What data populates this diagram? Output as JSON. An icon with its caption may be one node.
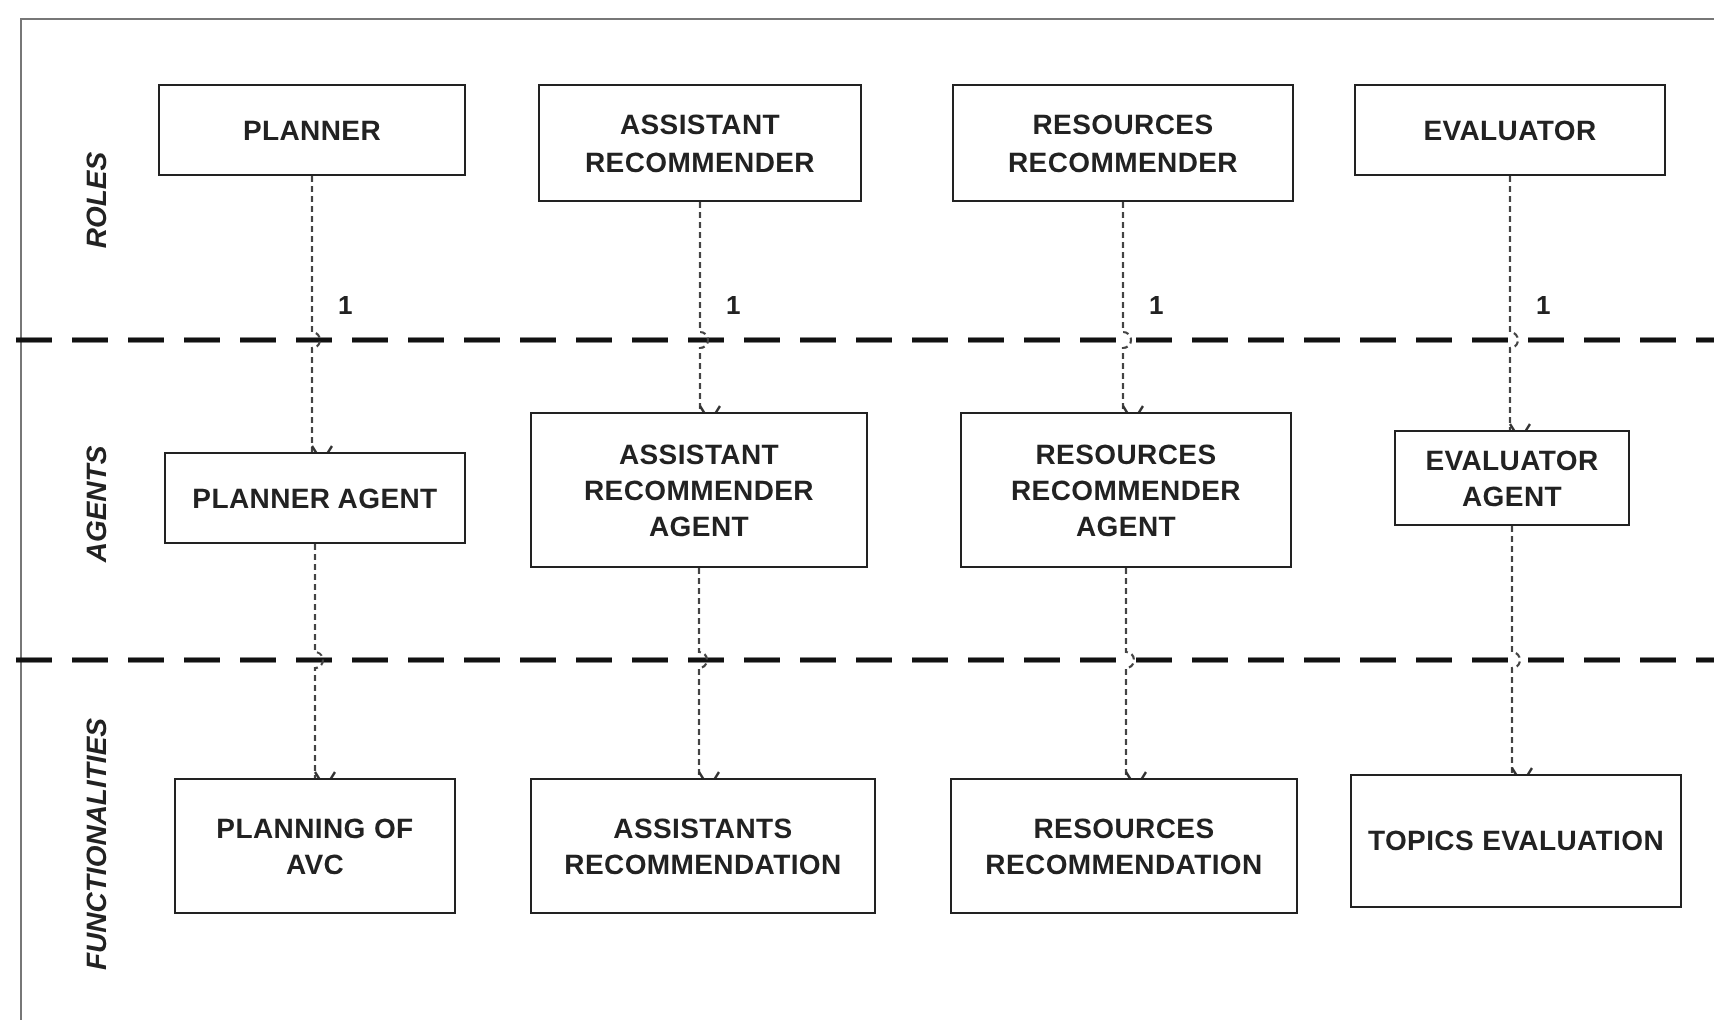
{
  "diagram": {
    "nodes": [
      {
        "text": [
          "PLANNER"
        ]
      },
      {
        "text": [
          "ASSISTANT RECOMMENDER"
        ]
      },
      {
        "text": [
          "RESOURCES RECOMMENDER"
        ]
      },
      {
        "text": [
          "EVALUATOR"
        ]
      },
      {
        "text": [
          "PLANNER AGENT"
        ]
      },
      {
        "text": [
          "ASSISTANT RECOMMENDER AGENT"
        ]
      },
      {
        "text": [
          "RESOURCES RECOMMENDER AGENT"
        ]
      },
      {
        "text": [
          "EVALUATOR AGENT"
        ]
      },
      {
        "text": [
          "PLANNING OF AVC"
        ]
      },
      {
        "text": [
          "ASSISTANTS RECOMMENDATION"
        ]
      },
      {
        "text": [
          "RESOURCES RECOMMENDATION"
        ]
      },
      {
        "text": [
          "TOPICS EVALUATION"
        ]
      }
    ],
    "edges": [
      {
        "from": 0,
        "to": 4,
        "arrow": "to",
        "label": "1"
      },
      {
        "from": 1,
        "to": 5,
        "arrow": "to",
        "label": "1"
      },
      {
        "from": 2,
        "to": 6,
        "arrow": "to",
        "label": "1"
      },
      {
        "from": 3,
        "to": 7,
        "arrow": "to",
        "label": "1"
      },
      {
        "from": 4,
        "to": 8,
        "arrow": "to"
      },
      {
        "from": 5,
        "to": 9,
        "arrow": "to"
      },
      {
        "from": 6,
        "to": 10,
        "arrow": "to"
      },
      {
        "from": 7,
        "to": 11,
        "arrow": "to"
      }
    ],
    "labels": [
      "ROLES",
      "AGENTS",
      "FUNCTIONALITIES"
    ]
  }
}
